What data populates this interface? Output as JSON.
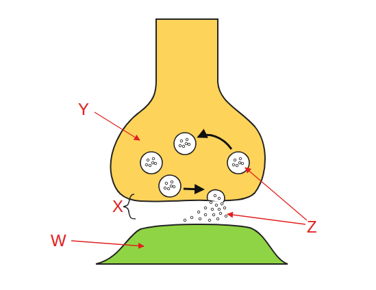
{
  "diagram": {
    "labels": [
      "Y",
      "X",
      "W",
      "Z"
    ]
  }
}
